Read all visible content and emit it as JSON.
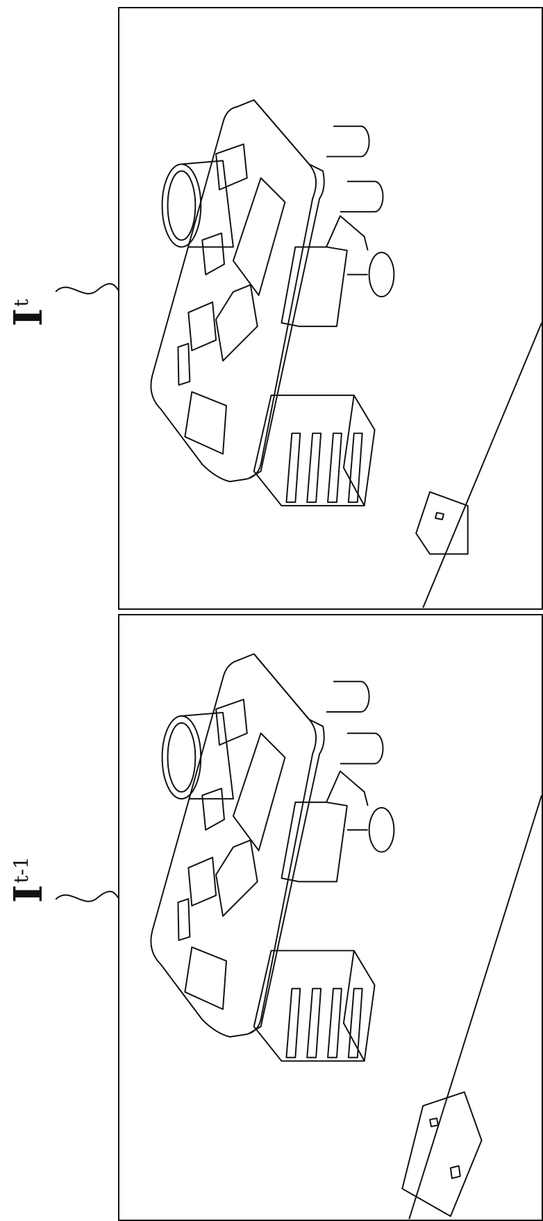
{
  "labels": {
    "current": {
      "main": "I",
      "sub": "t"
    },
    "previous": {
      "main": "I",
      "sub": "t-1"
    }
  },
  "colors": {
    "stroke": "#111111",
    "background": "#ffffff"
  }
}
